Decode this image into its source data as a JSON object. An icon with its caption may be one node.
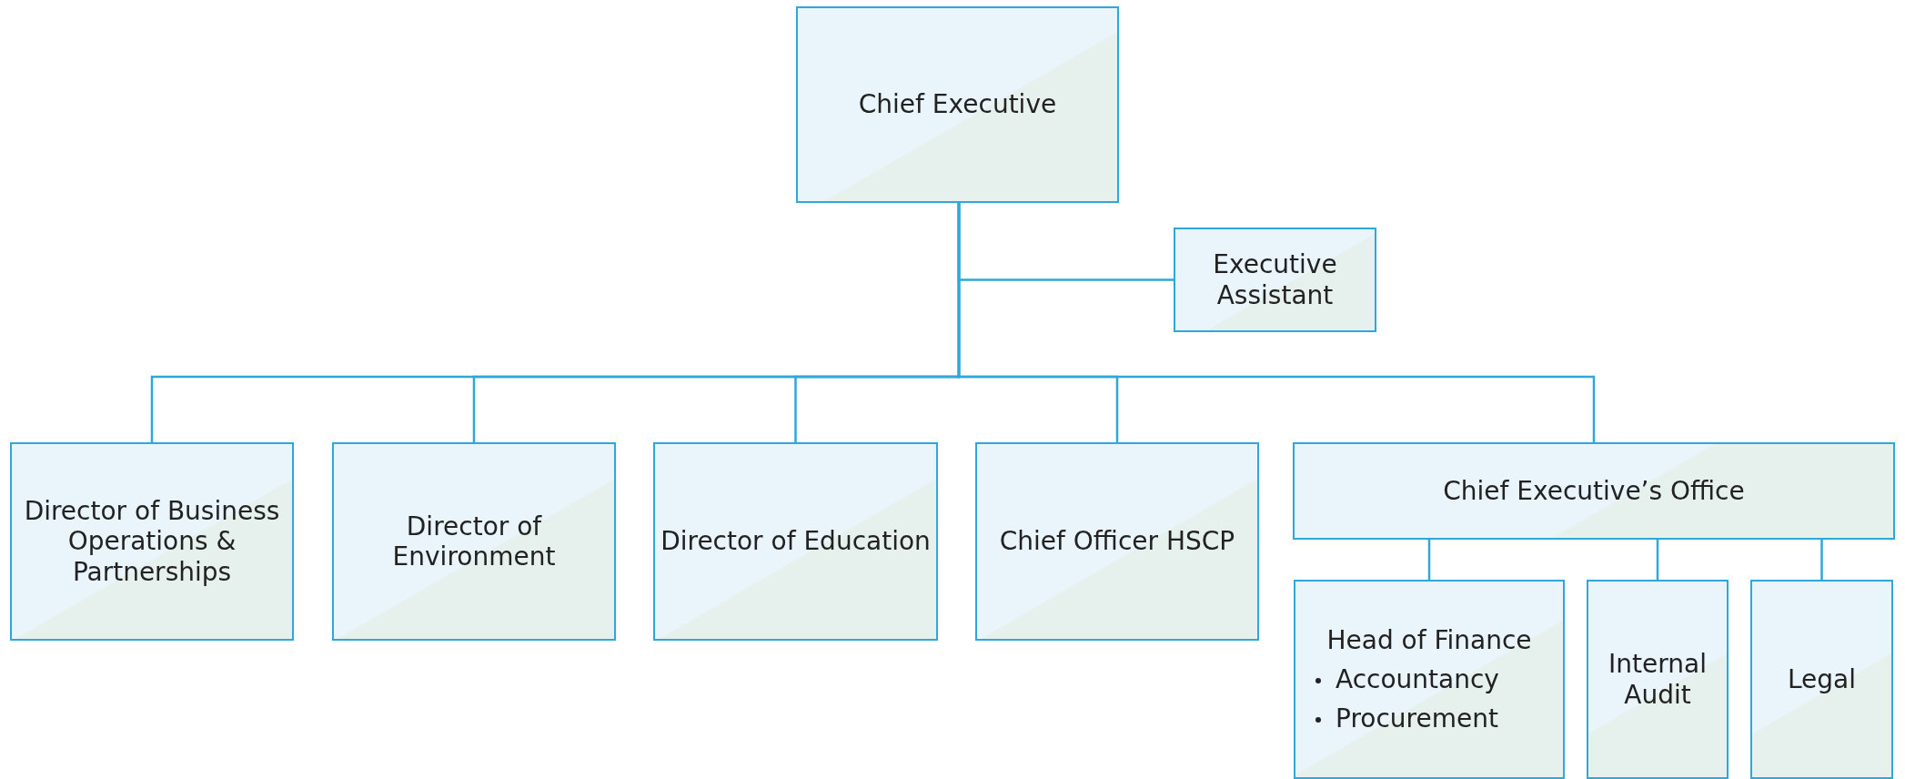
{
  "diagram": {
    "nodes": [
      {
        "text": [
          "Chief Executive"
        ]
      },
      {
        "text": [
          "Executive Assistant"
        ]
      },
      {
        "text": [
          "Director of Business Operations & Partnerships"
        ]
      },
      {
        "text": [
          "Director of Environment"
        ]
      },
      {
        "text": [
          "Director of Education"
        ]
      },
      {
        "text": [
          "Chief Officer HSCP"
        ]
      },
      {
        "text": [
          "Chief Executive’s Office"
        ]
      },
      {
        "text": [
          "Head of Finance",
          "Accountancy",
          "Procurement"
        ]
      },
      {
        "text": [
          "Internal Audit"
        ]
      },
      {
        "text": [
          "Legal"
        ]
      }
    ],
    "edges": [
      {
        "from": 0,
        "to": 1,
        "arrow": "none"
      },
      {
        "from": 0,
        "to": 2,
        "arrow": "none"
      },
      {
        "from": 0,
        "to": 3,
        "arrow": "none"
      },
      {
        "from": 0,
        "to": 4,
        "arrow": "none"
      },
      {
        "from": 0,
        "to": 5,
        "arrow": "none"
      },
      {
        "from": 0,
        "to": 6,
        "arrow": "none"
      },
      {
        "from": 6,
        "to": 7,
        "arrow": "none"
      },
      {
        "from": 6,
        "to": 8,
        "arrow": "none"
      },
      {
        "from": 6,
        "to": 9,
        "arrow": "none"
      }
    ]
  }
}
